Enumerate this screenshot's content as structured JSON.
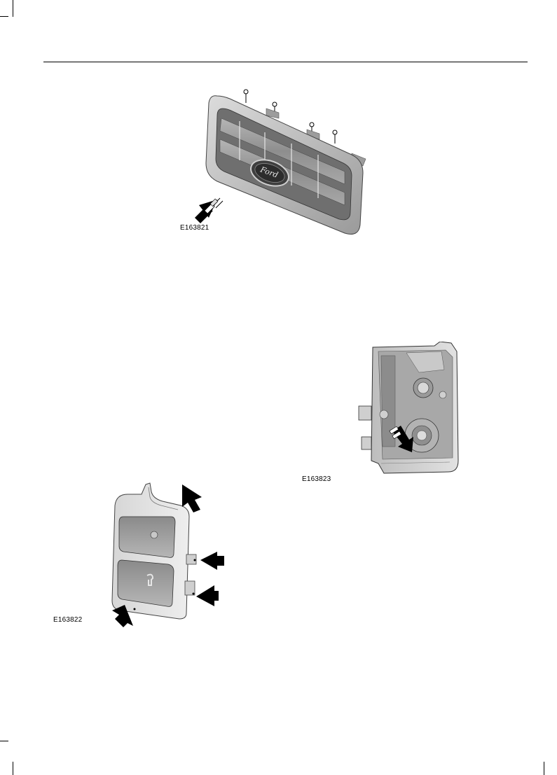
{
  "figures": [
    {
      "id": "grille",
      "caption": "E163821",
      "icons": [
        "grille-icon",
        "ford-oval-logo",
        "screw-icon",
        "removal-direction-arrow-icon"
      ]
    },
    {
      "id": "headlamp-rear",
      "caption": "E163823",
      "icons": [
        "headlamp-rear-housing-icon",
        "bulb-socket-icon",
        "turn-direction-arrow-icon"
      ]
    },
    {
      "id": "tail-lamp",
      "caption": "E163822",
      "icons": [
        "tail-lamp-icon",
        "fastener-location-arrow-icon"
      ]
    }
  ],
  "colors": {
    "line": "#000000",
    "housing": "#cfcfcf",
    "housing_dark": "#8d8d8d",
    "lens": "#9e9e9e"
  }
}
